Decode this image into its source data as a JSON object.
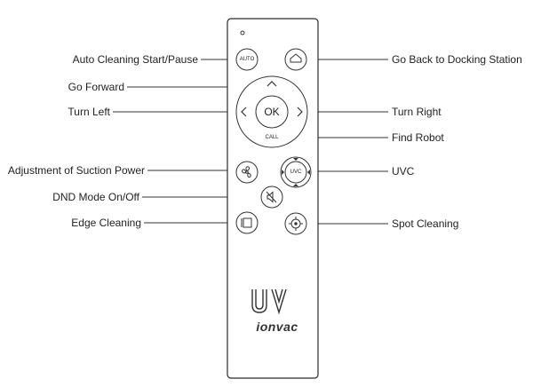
{
  "labels": {
    "auto_cleaning": "Auto Cleaning Start/Pause",
    "go_forward": "Go Forward",
    "turn_left": "Turn Left",
    "adjust_suction": "Adjustment of Suction Power",
    "dnd_mode": "DND Mode On/Off",
    "edge_cleaning": "Edge Cleaning",
    "go_back_dock": "Go Back to Docking Station",
    "turn_right": "Turn Right",
    "find_robot": "Find Robot",
    "uvc": "UVC",
    "spot_cleaning": "Spot Cleaning"
  },
  "buttons": {
    "auto": "AUTO",
    "ok": "OK",
    "call": "CALL",
    "uvc": "UVC"
  },
  "brand": {
    "logo_mark": "UV",
    "name": "ionvac"
  },
  "icons": {
    "home": "home-icon",
    "fan": "fan-icon",
    "mute": "mute-icon",
    "edge": "edge-square-icon",
    "spot": "spot-target-icon",
    "up": "chevron-up-icon",
    "left": "chevron-left-icon",
    "right": "chevron-right-icon",
    "indicator": "indicator-dot-icon"
  },
  "colors": {
    "line": "#333333",
    "body": "#ffffff",
    "outline": "#2a2a2a"
  }
}
